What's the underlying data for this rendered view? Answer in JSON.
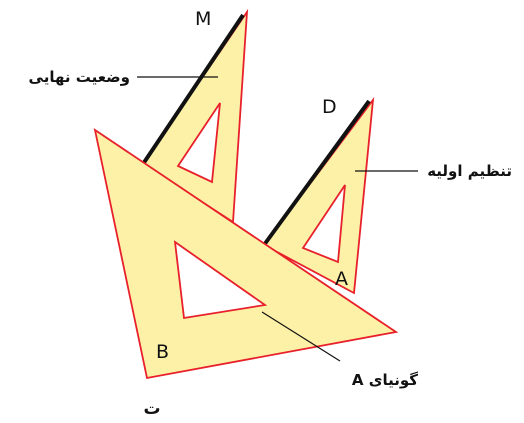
{
  "labels": {
    "M": "M",
    "D": "D",
    "A": "A",
    "B": "B"
  },
  "annotations": {
    "final_position": "وضعیت نهایی",
    "initial_setup": "تنظیم اولیه",
    "set_square_a": "گونیای A"
  },
  "caption": "ت",
  "colors": {
    "fill": "#fdf1a8",
    "outline": "#e8202a",
    "edge": "#111111"
  }
}
